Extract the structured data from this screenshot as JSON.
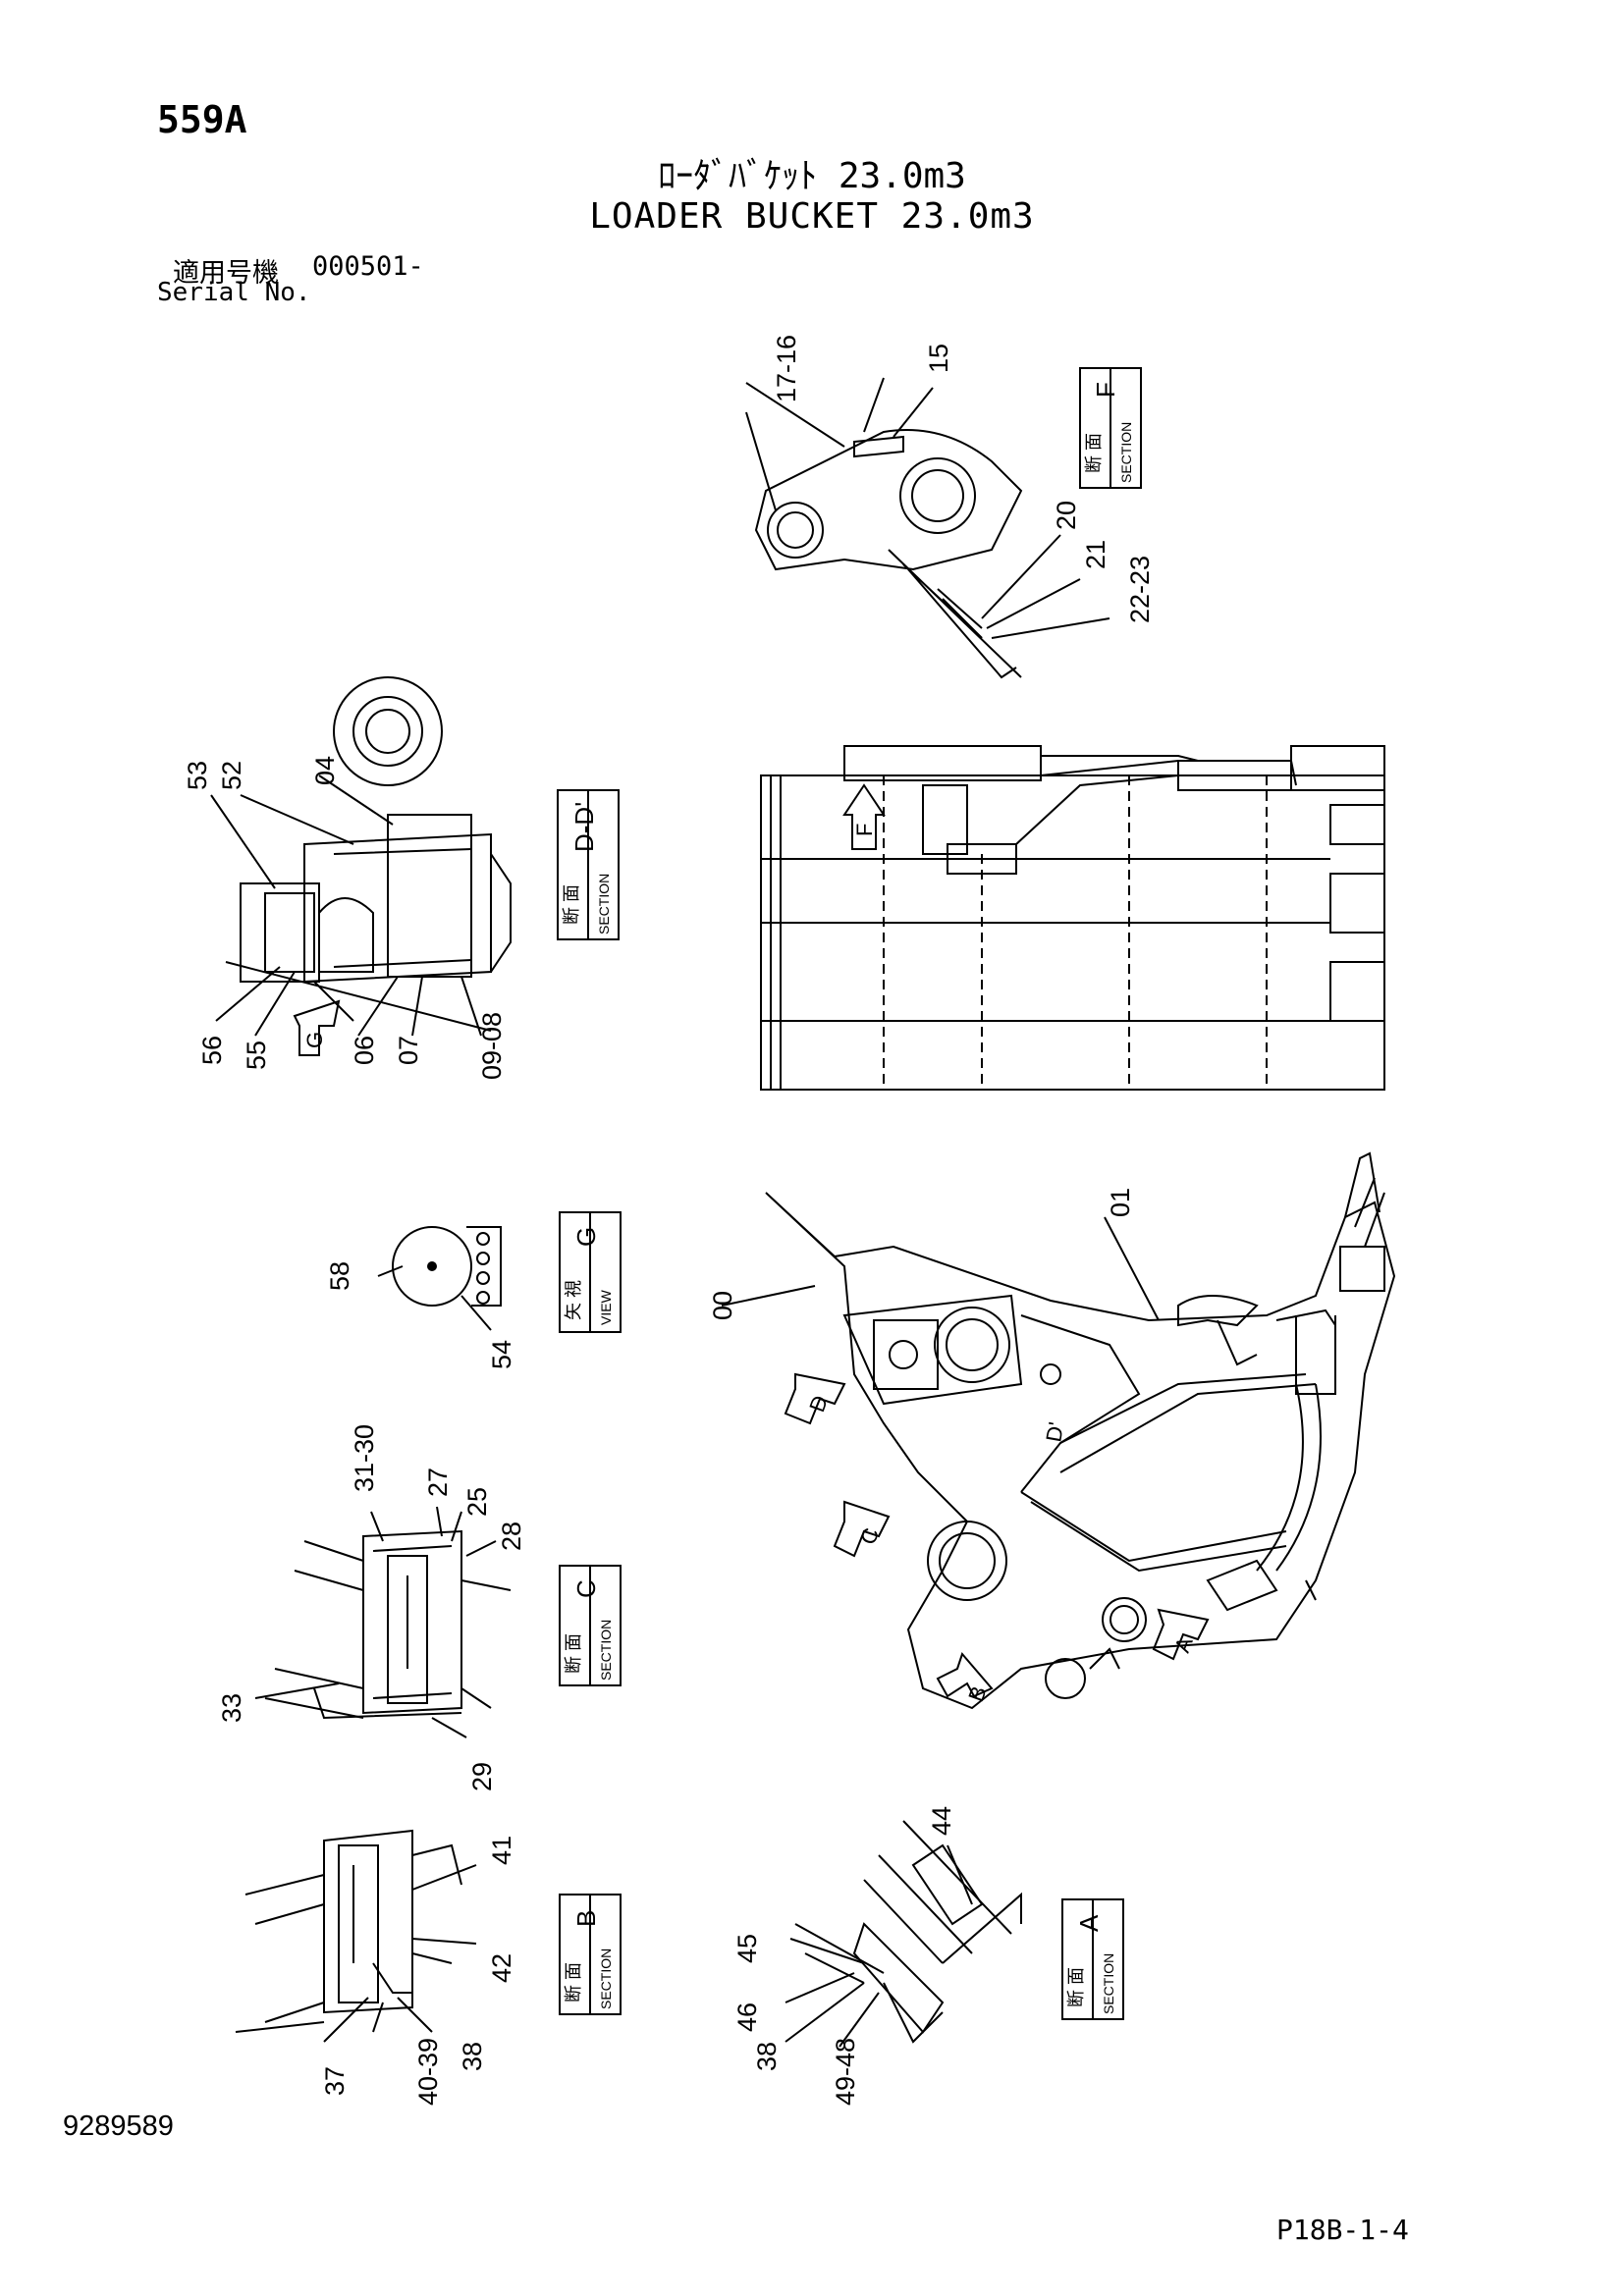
{
  "header": {
    "model": "559A",
    "title_jp": "ﾛｰﾀﾞﾊﾞｹｯﾄ 23.0m3",
    "title_en": "LOADER BUCKET 23.0m3",
    "serial_label_jp": "適用号機",
    "serial_value": "000501-",
    "serial_label_en": "Serial No."
  },
  "footer": {
    "document_number": "9289589",
    "page_ref": "P18B-1-4"
  },
  "views": {
    "section_f": {
      "jp": "断 面",
      "en": "SECTION",
      "letter": "F"
    },
    "section_dd": {
      "jp": "断 面",
      "en": "SECTION",
      "letter": "D-D'"
    },
    "view_g": {
      "jp": "矢 視",
      "en": "VIEW",
      "letter": "G"
    },
    "section_c": {
      "jp": "断 面",
      "en": "SECTION",
      "letter": "C"
    },
    "section_b": {
      "jp": "断 面",
      "en": "SECTION",
      "letter": "B"
    },
    "section_a": {
      "jp": "断 面",
      "en": "SECTION",
      "letter": "A"
    }
  },
  "arrow_letters": {
    "f": "F",
    "d": "D",
    "d_prime": "D'",
    "c": "C",
    "b": "B",
    "a": "A",
    "g": "G"
  },
  "callouts": {
    "c00": "00",
    "c01": "01",
    "c04": "04",
    "c06": "06",
    "c07": "07",
    "c09_08": "09-08",
    "c15": "15",
    "c17_16": "17-16",
    "c20": "20",
    "c21": "21",
    "c22_23": "22-23",
    "c25": "25",
    "c27": "27",
    "c28": "28",
    "c29": "29",
    "c31_30": "31-30",
    "c33": "33",
    "c37": "37",
    "c38": "38",
    "c40_39": "40-39",
    "c41": "41",
    "c42": "42",
    "c44": "44",
    "c45": "45",
    "c46": "46",
    "c38b": "38",
    "c49_48": "49-48",
    "c52": "52",
    "c53": "53",
    "c54": "54",
    "c55": "55",
    "c56": "56",
    "c58": "58"
  }
}
